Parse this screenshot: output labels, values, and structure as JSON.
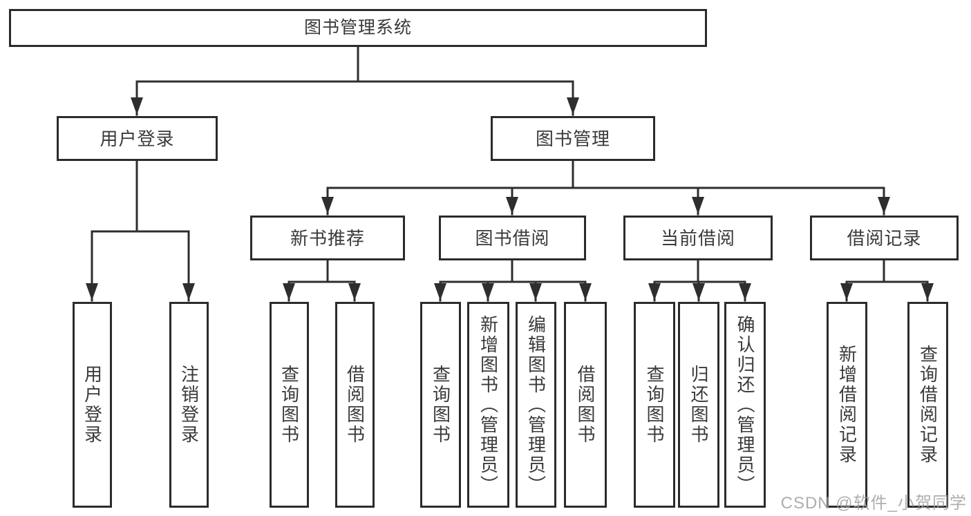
{
  "diagram_type": "hierarchy-tree",
  "tree": {
    "label": "图书管理系统",
    "children": [
      {
        "label": "用户登录",
        "children": [
          {
            "label": "用户登录"
          },
          {
            "label": "注销登录"
          }
        ]
      },
      {
        "label": "图书管理",
        "children": [
          {
            "label": "新书推荐",
            "children": [
              {
                "label": "查询图书"
              },
              {
                "label": "借阅图书"
              }
            ]
          },
          {
            "label": "图书借阅",
            "children": [
              {
                "label": "查询图书"
              },
              {
                "label": "新增图书（管理员）"
              },
              {
                "label": "编辑图书（管理员）"
              },
              {
                "label": "借阅图书"
              }
            ]
          },
          {
            "label": "当前借阅",
            "children": [
              {
                "label": "查询图书"
              },
              {
                "label": "归还图书"
              },
              {
                "label": "确认归还（管理员）"
              }
            ]
          },
          {
            "label": "借阅记录",
            "children": [
              {
                "label": "新增借阅记录"
              },
              {
                "label": "查询借阅记录"
              }
            ]
          }
        ]
      }
    ]
  },
  "watermark": {
    "text": "CSDN @软件_小贺同学"
  },
  "colors": {
    "line": "#2e2e2e",
    "box_border": "#2b2b2b",
    "text": "#3a3a3a",
    "watermark": "#a0a0a0",
    "background": "#ffffff"
  }
}
